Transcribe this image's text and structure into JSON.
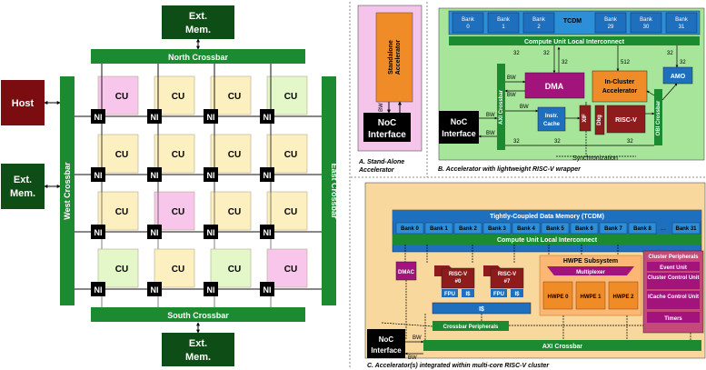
{
  "left": {
    "ext_mem_top": [
      "Ext.",
      "Mem."
    ],
    "ext_mem_left": [
      "Ext.",
      "Mem."
    ],
    "ext_mem_bottom": [
      "Ext.",
      "Mem."
    ],
    "host": "Host",
    "north": "North Crossbar",
    "south": "South Crossbar",
    "west": "West Crossbar",
    "east": "East Crossbar",
    "cu": "CU",
    "ni": "NI"
  },
  "panelA": {
    "accel": [
      "Standalone",
      "Accelerator"
    ],
    "bw": "BW",
    "noc": [
      "NoC",
      "Interface"
    ],
    "caption": [
      "A. Stand-Alone",
      "Accelerator"
    ]
  },
  "panelB": {
    "banks": [
      "Bank\n0",
      "Bank\n1",
      "Bank\n2",
      "Bank\n29",
      "Bank\n30",
      "Bank\n31"
    ],
    "tcdm": "TCDM",
    "interconnect": "Compute Unit Local Interconnect",
    "dma": "DMA",
    "incluster": [
      "In-Cluster",
      "Accelerator"
    ],
    "amo": "AMO",
    "icache": [
      "Instr.",
      "Cache"
    ],
    "dbg": "Dbg",
    "xif": "XIF",
    "riscv": "RISC-V",
    "axi": "AXI Crossbar",
    "obi": "OBI Crossbar",
    "noc": [
      "NoC",
      "Interface"
    ],
    "sync": "Synchronization",
    "w32": "32",
    "w512": "512",
    "bw": "BW",
    "caption": "B. Accelerator with lightweight RISC-V wrapper"
  },
  "panelC": {
    "tcdm_title": "Tightly-Coupled Data Memory (TCDM)",
    "banks": [
      "Bank 0",
      "Bank 1",
      "Bank 2",
      "Bank 3",
      "Bank 4",
      "Bank 5",
      "Bank 6",
      "Bank 7",
      "Bank 8",
      "...",
      "Bank 31"
    ],
    "interconnect": "Compute Unit Local Interconnect",
    "dmac": "DMAC",
    "riscv0": [
      "RISC-V",
      "#0"
    ],
    "riscv7": [
      "RISC-V",
      "#7"
    ],
    "fpu": "FPU",
    "is": "I$",
    "l2is": "I$",
    "hwpe_title": "HWPE Subsystem",
    "mux": "Multiplexer",
    "hwpes": [
      "HWPE 0",
      "HWPE 1",
      "HWPE 2"
    ],
    "periph_title": "Cluster Peripherals",
    "periphs": [
      "Event Unit",
      "Cluster Control Unit",
      "ICache Control Unit",
      "Timers"
    ],
    "crossbar_periph": "Crossbar Peripherals",
    "axi": "AXI Crossbar",
    "noc": [
      "NoC",
      "Interface"
    ],
    "bw": "BW",
    "caption": "C. Accelerator(s) integrated within multi-core RISC-V cluster"
  }
}
